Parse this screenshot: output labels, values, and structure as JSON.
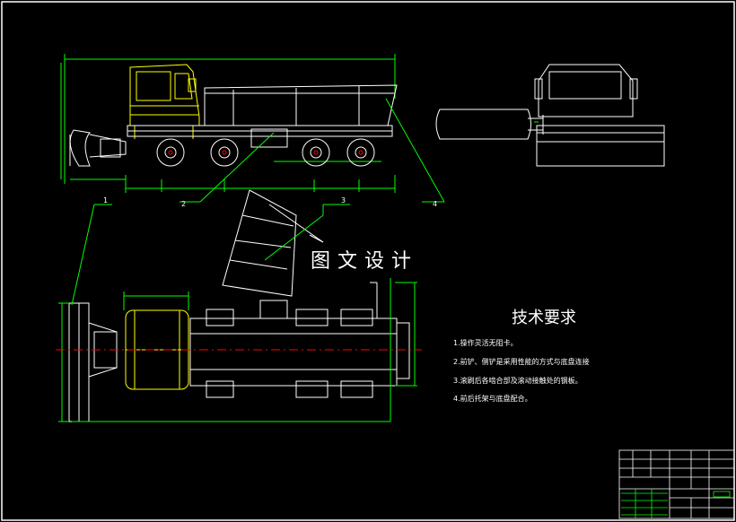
{
  "drawing": {
    "watermark": "图文设计",
    "leaders": [
      "1",
      "2",
      "3",
      "4"
    ],
    "requirements_title": "技术要求",
    "requirements": [
      "1.操作灵活无阻卡。",
      "2.前铲、侧铲是采用性能的方式与底盘连接",
      "3.滚刷后各啮合部及滚动接触处的钢板。",
      "4.前后托架与底盘配合。"
    ]
  },
  "colors": {
    "background": "#000000",
    "outline": "#ffffff",
    "highlight": "#ffff00",
    "dimension": "#00ff00",
    "centerline": "#ff0000"
  }
}
